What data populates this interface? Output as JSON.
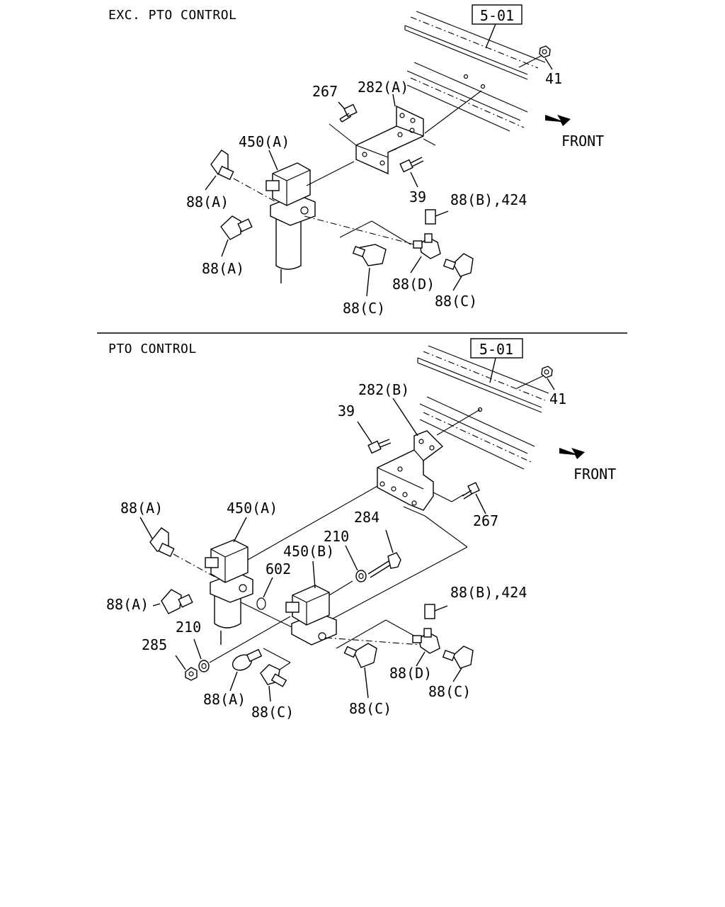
{
  "sections": [
    {
      "title": "EXC. PTO CONTROL",
      "ref_box": "5-01",
      "front_label": "FRONT",
      "callouts": {
        "c41": "41",
        "c267": "267",
        "c282": "282(A)",
        "c450a": "450(A)",
        "c39": "39",
        "c88b": "88(B),424",
        "c88a1": "88(A)",
        "c88a2": "88(A)",
        "c88c1": "88(C)",
        "c88d": "88(D)",
        "c88c2": "88(C)"
      }
    },
    {
      "title": "PTO CONTROL",
      "ref_box": "5-01",
      "front_label": "FRONT",
      "callouts": {
        "c41": "41",
        "c282": "282(B)",
        "c39": "39",
        "c267": "267",
        "c88a1": "88(A)",
        "c450a": "450(A)",
        "c284": "284",
        "c210a": "210",
        "c450b": "450(B)",
        "c602": "602",
        "c88a2": "88(A)",
        "c210b": "210",
        "c285": "285",
        "c88b": "88(B),424",
        "c88d": "88(D)",
        "c88c1": "88(C)",
        "c88a3": "88(A)",
        "c88c2": "88(C)",
        "c88c3": "88(C)"
      }
    }
  ]
}
